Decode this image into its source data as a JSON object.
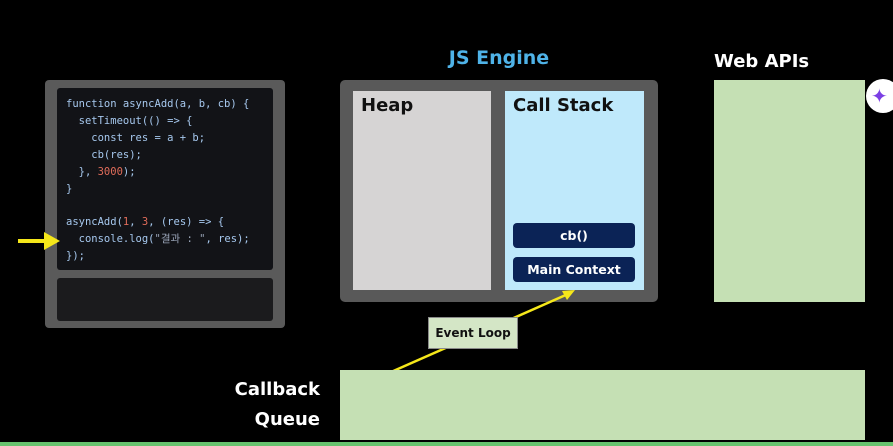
{
  "code": {
    "lines": [
      "function asyncAdd(a, b, cb) {",
      "  setTimeout(() => {",
      "    const res = a + b;",
      "    cb(res);",
      "  }, 3000);",
      "}",
      "",
      "asyncAdd(1, 3, (res) => {",
      "  console.log(\"결과 : \", res);",
      "});"
    ],
    "highlighted_line": 9
  },
  "engine": {
    "title": "JS Engine"
  },
  "heap": {
    "title": "Heap"
  },
  "call_stack": {
    "title": "Call Stack",
    "frames": [
      "cb()",
      "Main Context"
    ]
  },
  "web_apis": {
    "title": "Web APIs"
  },
  "event_loop": {
    "label": "Event Loop"
  },
  "callback_queue": {
    "label_line1": "Callback",
    "label_line2": "Queue"
  },
  "colors": {
    "pointer_arrow": "#f5e71a",
    "engine_title": "#4fb3e8",
    "frame": "#0b2356",
    "web_api_box": "#c5e0b4",
    "stack_box": "#bfe9fb",
    "heap_box": "#d6d4d4"
  },
  "icons": {
    "pointer": "arrow-right-icon",
    "sparkle": "sparkle-icon"
  }
}
